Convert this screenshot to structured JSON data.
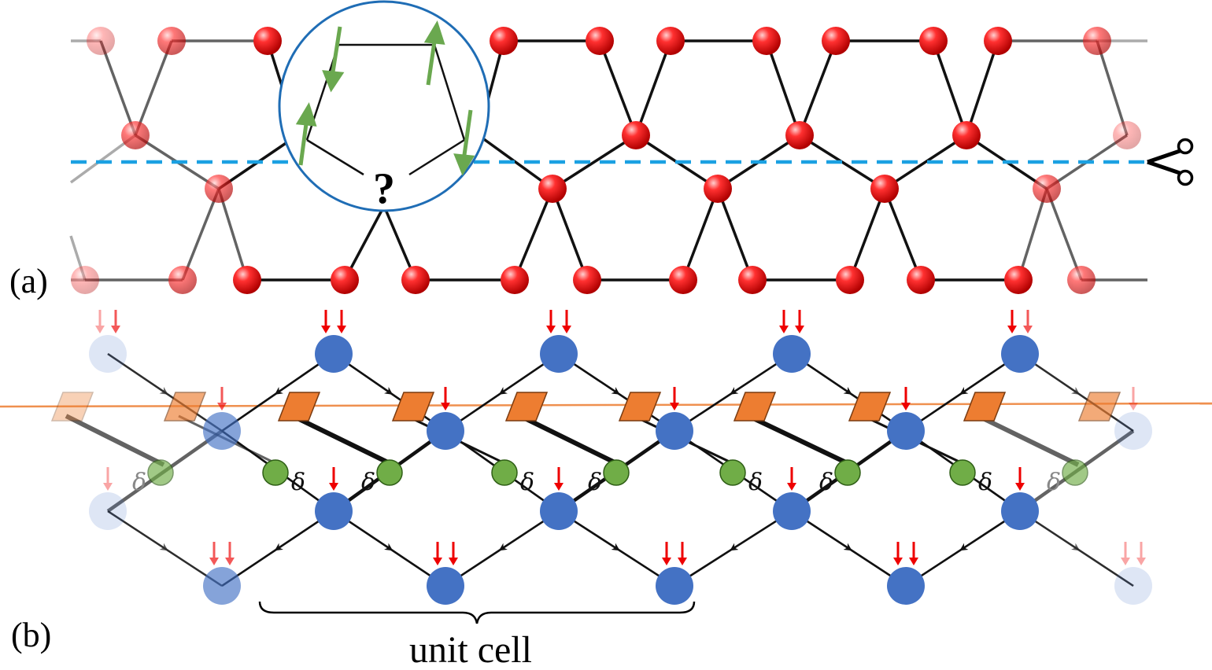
{
  "figure": {
    "panel_a_label": "(a)",
    "panel_b_label": "(b)",
    "question_mark": "?",
    "unit_cell_label": "unit cell",
    "delta_symbol": "δ"
  },
  "icons": {
    "scissors": "scissors-icon",
    "spin_arrow": "spin-arrow-icon"
  },
  "colors": {
    "red_node": "#ee1111",
    "blue_node": "#4472c4",
    "green_node": "#70ad47",
    "orange_tensor": "#ed7d31",
    "cut_line": "#1ba1e2",
    "spin_arrows": "#6aa84f",
    "inset_circle": "#1f6db5"
  }
}
